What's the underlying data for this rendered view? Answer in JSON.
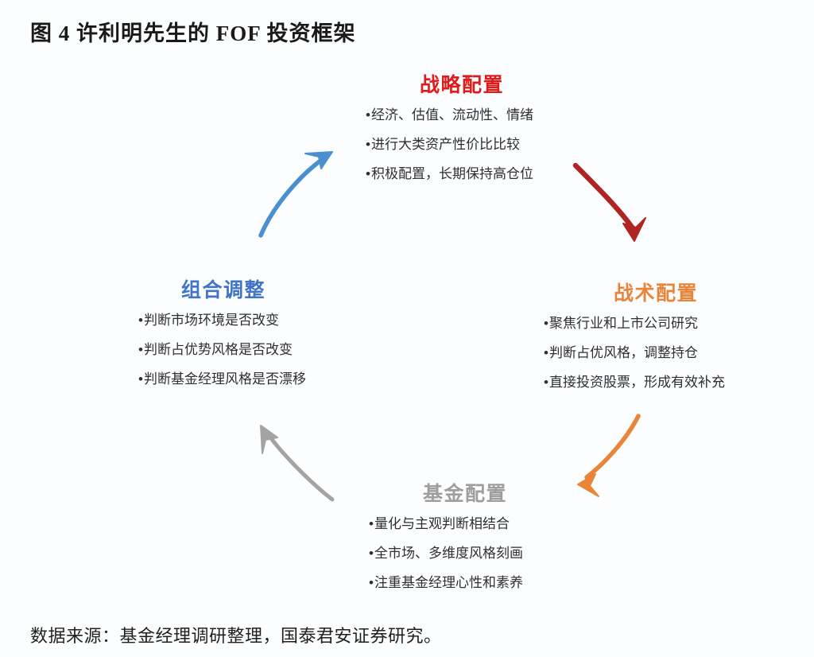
{
  "title": "图 4 许利明先生的 FOF 投资框架",
  "source_note": "数据来源：基金经理调研整理，国泰君安证券研究。",
  "colors": {
    "background": "#fcfdfe",
    "title_text": "#1a1a1a",
    "bullet_text": "#2e2e33",
    "strategic_red": "#e01b1b",
    "tactical_orange": "#e8853a",
    "fund_gray": "#9e9e9e",
    "portfolio_blue": "#3f74c8",
    "arrow_red": "#b02424",
    "arrow_orange": "#e8853a",
    "arrow_gray": "#a3a3a3",
    "arrow_blue": "#4a8fd0"
  },
  "quadrants": [
    {
      "id": "strategic",
      "heading": "战略配置",
      "heading_color": "#e01b1b",
      "bullets": [
        "经济、估值、流动性、情绪",
        "进行大类资产性价比比较",
        "积极配置，长期保持高仓位"
      ]
    },
    {
      "id": "tactical",
      "heading": "战术配置",
      "heading_color": "#e8853a",
      "bullets": [
        "聚焦行业和上市公司研究",
        "判断占优风格，调整持仓",
        "直接投资股票，形成有效补充"
      ]
    },
    {
      "id": "fund",
      "heading": "基金配置",
      "heading_color": "#9e9e9e",
      "bullets": [
        "量化与主观判断相结合",
        "全市场、多维度风格刻画",
        "注重基金经理心性和素养"
      ]
    },
    {
      "id": "portfolio",
      "heading": "组合调整",
      "heading_color": "#3f74c8",
      "bullets": [
        "判断市场环境是否改变",
        "判断占优势风格是否改变",
        "判断基金经理风格是否漂移"
      ]
    }
  ],
  "arrows": [
    {
      "id": "arrow-strategic-to-tactical",
      "color": "#b02424",
      "direction": "down-right"
    },
    {
      "id": "arrow-tactical-to-fund",
      "color": "#e8853a",
      "direction": "down-left"
    },
    {
      "id": "arrow-fund-to-portfolio",
      "color": "#a3a3a3",
      "direction": "up-left"
    },
    {
      "id": "arrow-portfolio-to-strategic",
      "color": "#4a8fd0",
      "direction": "up-right"
    }
  ],
  "bullet_glyph": "•"
}
